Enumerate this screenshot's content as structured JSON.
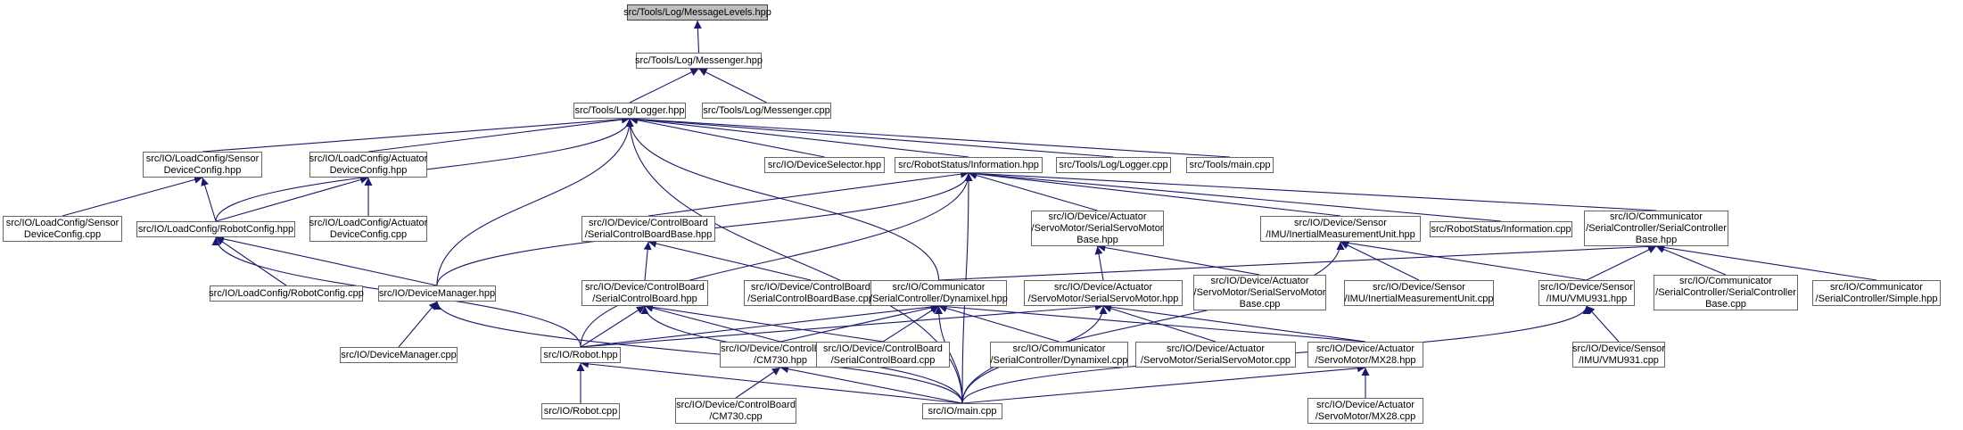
{
  "edge_color": "#191970",
  "node_border_color": "#666666",
  "root_fill_color": "#bfbfbf",
  "nodes": [
    {
      "id": "msglevels",
      "lines": [
        "src/Tools/Log/MessageLevels.hpp"
      ],
      "root": true
    },
    {
      "id": "messenger_hpp",
      "lines": [
        "src/Tools/Log/Messenger.hpp"
      ]
    },
    {
      "id": "logger_hpp",
      "lines": [
        "src/Tools/Log/Logger.hpp"
      ]
    },
    {
      "id": "messenger_cpp",
      "lines": [
        "src/Tools/Log/Messenger.cpp"
      ]
    },
    {
      "id": "sensorcfg_hpp",
      "lines": [
        "src/IO/LoadConfig/Sensor",
        "DeviceConfig.hpp"
      ]
    },
    {
      "id": "actcfg_hpp",
      "lines": [
        "src/IO/LoadConfig/Actuator",
        "DeviceConfig.hpp"
      ]
    },
    {
      "id": "devsel_hpp",
      "lines": [
        "src/IO/DeviceSelector.hpp"
      ]
    },
    {
      "id": "info_hpp",
      "lines": [
        "src/RobotStatus/Information.hpp"
      ]
    },
    {
      "id": "logger_cpp",
      "lines": [
        "src/Tools/Log/Logger.cpp"
      ]
    },
    {
      "id": "tools_main",
      "lines": [
        "src/Tools/main.cpp"
      ]
    },
    {
      "id": "sensorcfg_cpp",
      "lines": [
        "src/IO/LoadConfig/Sensor",
        "DeviceConfig.cpp"
      ]
    },
    {
      "id": "robotcfg_hpp",
      "lines": [
        "src/IO/LoadConfig/RobotConfig.hpp"
      ]
    },
    {
      "id": "actcfg_cpp",
      "lines": [
        "src/IO/LoadConfig/Actuator",
        "DeviceConfig.cpp"
      ]
    },
    {
      "id": "cbbase_hpp",
      "lines": [
        "src/IO/Device/ControlBoard",
        "/SerialControlBoardBase.hpp"
      ]
    },
    {
      "id": "ssmbase_hpp",
      "lines": [
        "src/IO/Device/Actuator",
        "/ServoMotor/SerialServoMotor",
        "Base.hpp"
      ]
    },
    {
      "id": "imu_hpp",
      "lines": [
        "src/IO/Device/Sensor",
        "/IMU/InertialMeasurementUnit.hpp"
      ]
    },
    {
      "id": "info_cpp",
      "lines": [
        "src/RobotStatus/Information.cpp"
      ]
    },
    {
      "id": "scbase_hpp",
      "lines": [
        "src/IO/Communicator",
        "/SerialController/SerialController",
        "Base.hpp"
      ]
    },
    {
      "id": "robotcfg_cpp",
      "lines": [
        "src/IO/LoadConfig/RobotConfig.cpp"
      ]
    },
    {
      "id": "devmgr_hpp",
      "lines": [
        "src/IO/DeviceManager.hpp"
      ]
    },
    {
      "id": "cbbase_cpp",
      "lines": [
        "src/IO/Device/ControlBoard",
        "/SerialControlBoardBase.cpp"
      ]
    },
    {
      "id": "ssmbase_cpp",
      "lines": [
        "src/IO/Device/Actuator",
        "/ServoMotor/SerialServoMotor",
        "Base.cpp"
      ]
    },
    {
      "id": "imu_cpp",
      "lines": [
        "src/IO/Device/Sensor",
        "/IMU/InertialMeasurementUnit.cpp"
      ]
    },
    {
      "id": "cb_hpp",
      "lines": [
        "src/IO/Device/ControlBoard",
        "/SerialControlBoard.hpp"
      ]
    },
    {
      "id": "dyn_hpp",
      "lines": [
        "src/IO/Communicator",
        "/SerialController/Dynamixel.hpp"
      ]
    },
    {
      "id": "ssm_hpp",
      "lines": [
        "src/IO/Device/Actuator",
        "/ServoMotor/SerialServoMotor.hpp"
      ]
    },
    {
      "id": "vmu_hpp",
      "lines": [
        "src/IO/Device/Sensor",
        "/IMU/VMU931.hpp"
      ]
    },
    {
      "id": "scbase_cpp",
      "lines": [
        "src/IO/Communicator",
        "/SerialController/SerialController",
        "Base.cpp"
      ]
    },
    {
      "id": "simple_hpp",
      "lines": [
        "src/IO/Communicator",
        "/SerialController/Simple.hpp"
      ]
    },
    {
      "id": "devmgr_cpp",
      "lines": [
        "src/IO/DeviceManager.cpp"
      ]
    },
    {
      "id": "robot_hpp",
      "lines": [
        "src/IO/Robot.hpp"
      ]
    },
    {
      "id": "cm730_hpp",
      "lines": [
        "src/IO/Device/ControlBoard",
        "/CM730.hpp"
      ]
    },
    {
      "id": "cb_cpp",
      "lines": [
        "src/IO/Device/ControlBoard",
        "/SerialControlBoard.cpp"
      ]
    },
    {
      "id": "dyn_cpp",
      "lines": [
        "src/IO/Communicator",
        "/SerialController/Dynamixel.cpp"
      ]
    },
    {
      "id": "ssm_cpp",
      "lines": [
        "src/IO/Device/Actuator",
        "/ServoMotor/SerialServoMotor.cpp"
      ]
    },
    {
      "id": "mx28_hpp",
      "lines": [
        "src/IO/Device/Actuator",
        "/ServoMotor/MX28.hpp"
      ]
    },
    {
      "id": "vmu_cpp",
      "lines": [
        "src/IO/Device/Sensor",
        "/IMU/VMU931.cpp"
      ]
    },
    {
      "id": "robot_cpp",
      "lines": [
        "src/IO/Robot.cpp"
      ]
    },
    {
      "id": "cm730_cpp",
      "lines": [
        "src/IO/Device/ControlBoard",
        "/CM730.cpp"
      ]
    },
    {
      "id": "io_main",
      "lines": [
        "src/IO/main.cpp"
      ]
    },
    {
      "id": "mx28_cpp",
      "lines": [
        "src/IO/Device/Actuator",
        "/ServoMotor/MX28.cpp"
      ]
    }
  ],
  "edges": [
    [
      "messenger_hpp",
      "msglevels"
    ],
    [
      "logger_hpp",
      "messenger_hpp"
    ],
    [
      "messenger_cpp",
      "messenger_hpp"
    ],
    [
      "sensorcfg_hpp",
      "logger_hpp"
    ],
    [
      "actcfg_hpp",
      "logger_hpp"
    ],
    [
      "devsel_hpp",
      "logger_hpp"
    ],
    [
      "info_hpp",
      "logger_hpp"
    ],
    [
      "logger_cpp",
      "logger_hpp"
    ],
    [
      "tools_main",
      "logger_hpp"
    ],
    [
      "robotcfg_hpp",
      "logger_hpp"
    ],
    [
      "devmgr_hpp",
      "logger_hpp"
    ],
    [
      "dyn_hpp",
      "logger_hpp"
    ],
    [
      "io_main",
      "logger_hpp"
    ],
    [
      "sensorcfg_cpp",
      "sensorcfg_hpp"
    ],
    [
      "robotcfg_hpp",
      "sensorcfg_hpp"
    ],
    [
      "robotcfg_hpp",
      "actcfg_hpp"
    ],
    [
      "actcfg_cpp",
      "actcfg_hpp"
    ],
    [
      "cbbase_hpp",
      "info_hpp"
    ],
    [
      "ssmbase_hpp",
      "info_hpp"
    ],
    [
      "imu_hpp",
      "info_hpp"
    ],
    [
      "info_cpp",
      "info_hpp"
    ],
    [
      "scbase_hpp",
      "info_hpp"
    ],
    [
      "devmgr_hpp",
      "info_hpp"
    ],
    [
      "robot_hpp",
      "info_hpp"
    ],
    [
      "io_main",
      "info_hpp"
    ],
    [
      "robotcfg_cpp",
      "robotcfg_hpp"
    ],
    [
      "devmgr_hpp",
      "robotcfg_hpp"
    ],
    [
      "robot_hpp",
      "robotcfg_hpp"
    ],
    [
      "cbbase_cpp",
      "cbbase_hpp"
    ],
    [
      "cb_hpp",
      "cbbase_hpp"
    ],
    [
      "ssmbase_cpp",
      "ssmbase_hpp"
    ],
    [
      "ssm_hpp",
      "ssmbase_hpp"
    ],
    [
      "imu_cpp",
      "imu_hpp"
    ],
    [
      "vmu_hpp",
      "imu_hpp"
    ],
    [
      "io_main",
      "imu_hpp"
    ],
    [
      "dyn_hpp",
      "scbase_hpp"
    ],
    [
      "vmu_hpp",
      "scbase_hpp"
    ],
    [
      "scbase_cpp",
      "scbase_hpp"
    ],
    [
      "simple_hpp",
      "scbase_hpp"
    ],
    [
      "devmgr_cpp",
      "devmgr_hpp"
    ],
    [
      "io_main",
      "devmgr_hpp"
    ],
    [
      "robot_hpp",
      "cb_hpp"
    ],
    [
      "cm730_hpp",
      "cb_hpp"
    ],
    [
      "cb_cpp",
      "cb_hpp"
    ],
    [
      "io_main",
      "cb_hpp"
    ],
    [
      "robot_hpp",
      "dyn_hpp"
    ],
    [
      "cm730_hpp",
      "dyn_hpp"
    ],
    [
      "cb_cpp",
      "dyn_hpp"
    ],
    [
      "dyn_cpp",
      "dyn_hpp"
    ],
    [
      "mx28_hpp",
      "dyn_hpp"
    ],
    [
      "io_main",
      "dyn_hpp"
    ],
    [
      "robot_hpp",
      "ssm_hpp"
    ],
    [
      "ssm_cpp",
      "ssm_hpp"
    ],
    [
      "mx28_hpp",
      "ssm_hpp"
    ],
    [
      "io_main",
      "ssm_hpp"
    ],
    [
      "vmu_cpp",
      "vmu_hpp"
    ],
    [
      "io_main",
      "vmu_hpp"
    ],
    [
      "robot_cpp",
      "robot_hpp"
    ],
    [
      "io_main",
      "robot_hpp"
    ],
    [
      "cm730_cpp",
      "cm730_hpp"
    ],
    [
      "io_main",
      "cm730_hpp"
    ],
    [
      "io_main",
      "mx28_hpp"
    ],
    [
      "mx28_cpp",
      "mx28_hpp"
    ]
  ]
}
